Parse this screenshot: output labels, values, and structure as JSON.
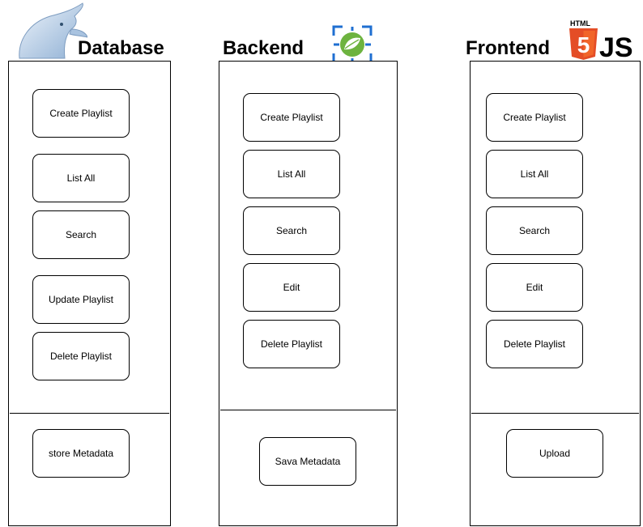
{
  "database": {
    "title": "Database",
    "items": [
      "Create Playlist",
      "List All",
      "Search",
      "Update Playlist",
      "Delete Playlist"
    ],
    "footer_item": "store Metadata"
  },
  "backend": {
    "title": "Backend",
    "items": [
      "Create Playlist",
      "List All",
      "Search",
      "Edit",
      "Delete Playlist"
    ],
    "footer_item": "Sava Metadata"
  },
  "frontend": {
    "title": "Frontend",
    "items": [
      "Create Playlist",
      "List All",
      "Search",
      "Edit",
      "Delete Playlist"
    ],
    "footer_item": "Upload",
    "logo_label": "HTML",
    "logo_number": "5",
    "logo_js": "JS"
  },
  "colors": {
    "html5_orange": "#e44d26",
    "spring_green": "#6db33f",
    "spring_frame_blue": "#1f6fd1",
    "dolphin_blue": "#9bb8d8"
  }
}
